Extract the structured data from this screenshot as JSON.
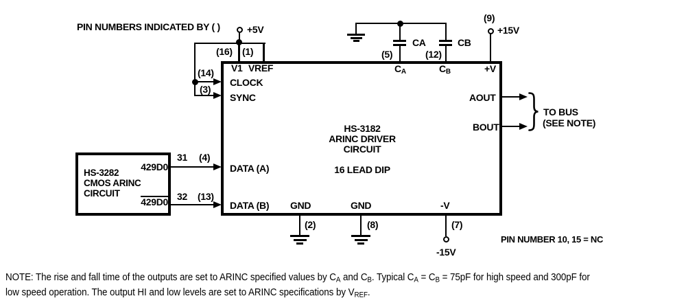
{
  "header": {
    "pin_note": "PIN NUMBERS INDICATED BY ( )"
  },
  "colors": {
    "ink": "#000000",
    "background": "#ffffff"
  },
  "supplies": {
    "plus5": "+5V",
    "plus15": "+15V",
    "minus15": "-15V"
  },
  "main_ic": {
    "title_line1": "HS-3182",
    "title_line2": "ARINC DRIVER",
    "title_line3": "CIRCUIT",
    "package": "16 LEAD DIP",
    "pins": {
      "v1": {
        "label": "V1",
        "num": "(16)"
      },
      "vref": {
        "label": "VREF",
        "num": "(1)"
      },
      "clock": {
        "label": "CLOCK",
        "num": "(14)"
      },
      "sync": {
        "label": "SYNC",
        "num": "(3)"
      },
      "ca": {
        "base": "C",
        "sub": "A",
        "num": "(5)"
      },
      "cb": {
        "base": "C",
        "sub": "B",
        "num": "(12)"
      },
      "plus_v": {
        "label": "+V",
        "num": "(9)"
      },
      "aout": {
        "label": "AOUT"
      },
      "bout": {
        "label": "BOUT"
      },
      "data_a": {
        "label": "DATA (A)",
        "num": "(4)"
      },
      "data_b": {
        "label": "DATA (B)",
        "num": "(13)"
      },
      "gnd_left": {
        "label": "GND",
        "num": "(2)"
      },
      "gnd_right": {
        "label": "GND",
        "num": "(8)"
      },
      "minus_v": {
        "label": "-V",
        "num": "(7)"
      }
    }
  },
  "capacitors": {
    "ca": "CA",
    "cb": "CB"
  },
  "companion_ic": {
    "title_line1": "HS-3282",
    "title_line2": "CMOS ARINC",
    "title_line3": "CIRCUIT",
    "out_a": {
      "label": "429D0",
      "pin": "31"
    },
    "out_b": {
      "label": "429D0",
      "pin": "32"
    }
  },
  "bus": {
    "line1": "TO BUS",
    "line2": "(SEE NOTE)"
  },
  "nc_note": "PIN NUMBER 10, 15 = NC",
  "note": {
    "line1": [
      {
        "t": "NOTE:  The rise and fall time of the outputs are set to ARINC specified values by C"
      },
      {
        "t": "A",
        "sub": true
      },
      {
        "t": " and C"
      },
      {
        "t": "B",
        "sub": true
      },
      {
        "t": ". Typical C"
      },
      {
        "t": "A",
        "sub": true
      },
      {
        "t": " = C"
      },
      {
        "t": "B",
        "sub": true
      },
      {
        "t": " = 75pF for high speed and 300pF for"
      }
    ],
    "line2": [
      {
        "t": "low speed operation. The output HI and low levels are set to ARINC specifications by V"
      },
      {
        "t": "REF",
        "sub": true
      },
      {
        "t": "."
      }
    ]
  }
}
